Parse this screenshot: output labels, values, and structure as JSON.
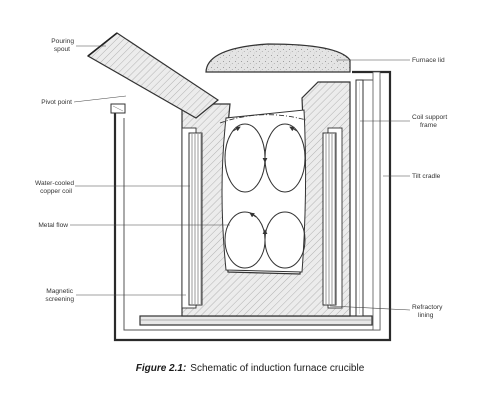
{
  "labels": {
    "pouring_spout_1": "Pouring",
    "pouring_spout_2": "spout",
    "pivot_point": "Pivot point",
    "water_cooled_1": "Water-cooled",
    "water_cooled_2": "copper coil",
    "metal_flow": "Metal flow",
    "magnetic_1": "Magnetic",
    "magnetic_2": "screening",
    "furnace_lid": "Furnace lid",
    "coil_support_1": "Coil support",
    "coil_support_2": "frame",
    "tilt_cradle": "Tilt cradle",
    "refractory_1": "Refractory",
    "refractory_2": "lining"
  },
  "caption": {
    "number": "Figure 2.1:",
    "text": "Schematic of induction furnace crucible"
  }
}
